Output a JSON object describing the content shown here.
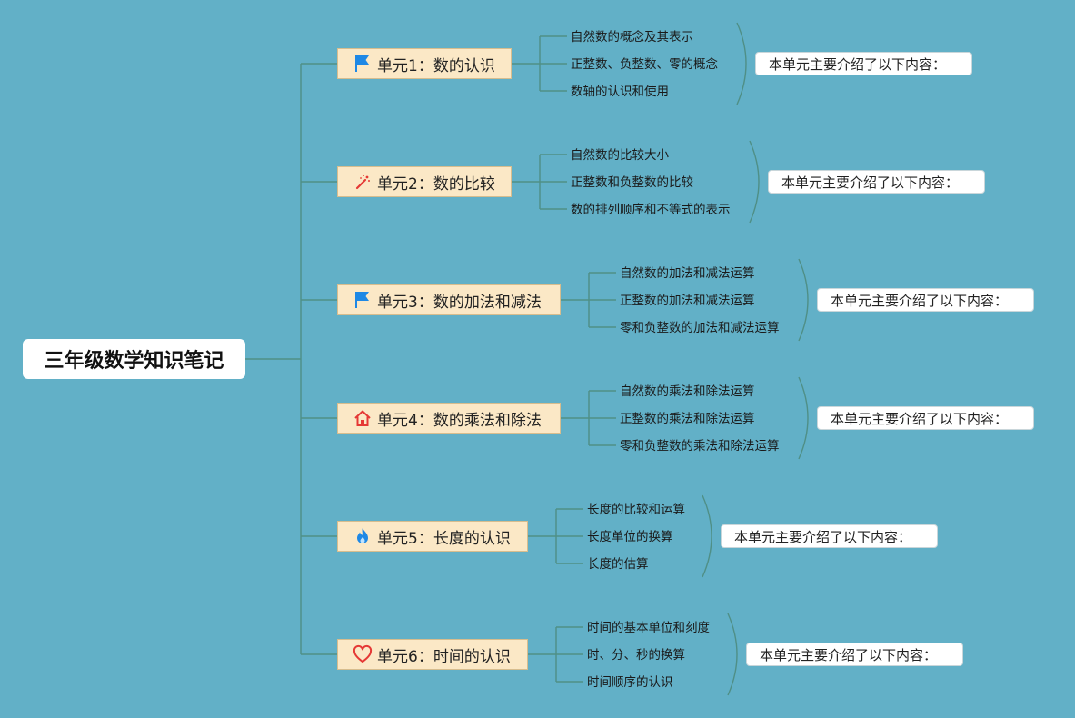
{
  "root": {
    "title": "三年级数学知识笔记"
  },
  "colors": {
    "background": "#62b0c7",
    "connector": "#4f8f86",
    "unit_fill": "#fbe8c6",
    "flag_icon": "#1e88e5",
    "red_icon": "#e53935"
  },
  "units": [
    {
      "label": "单元1：数的认识",
      "icon": "flag-icon",
      "items": [
        "自然数的概念及其表示",
        "正整数、负整数、零的概念",
        "数轴的认识和使用"
      ],
      "summary": "本单元主要介绍了以下内容："
    },
    {
      "label": "单元2：数的比较",
      "icon": "magic-wand-icon",
      "items": [
        "自然数的比较大小",
        "正整数和负整数的比较",
        "数的排列顺序和不等式的表示"
      ],
      "summary": "本单元主要介绍了以下内容："
    },
    {
      "label": "单元3：数的加法和减法",
      "icon": "flag-icon",
      "items": [
        "自然数的加法和减法运算",
        "正整数的加法和减法运算",
        "零和负整数的加法和减法运算"
      ],
      "summary": "本单元主要介绍了以下内容："
    },
    {
      "label": "单元4：数的乘法和除法",
      "icon": "home-icon",
      "items": [
        "自然数的乘法和除法运算",
        "正整数的乘法和除法运算",
        "零和负整数的乘法和除法运算"
      ],
      "summary": "本单元主要介绍了以下内容："
    },
    {
      "label": "单元5：长度的认识",
      "icon": "flame-icon",
      "items": [
        "长度的比较和运算",
        "长度单位的换算",
        "长度的估算"
      ],
      "summary": "本单元主要介绍了以下内容："
    },
    {
      "label": "单元6：时间的认识",
      "icon": "heart-icon",
      "items": [
        "时间的基本单位和刻度",
        "时、分、秒的换算",
        "时间顺序的认识"
      ],
      "summary": "本单元主要介绍了以下内容："
    }
  ]
}
